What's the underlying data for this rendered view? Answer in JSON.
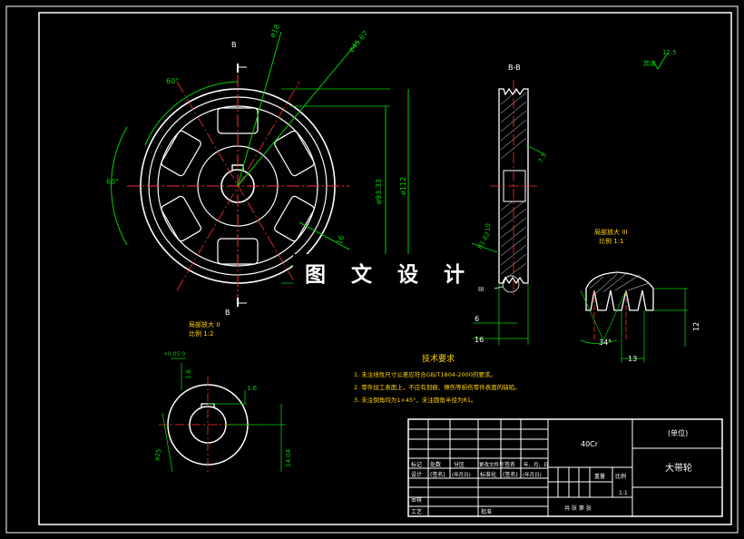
{
  "watermark": "图 文 设 计",
  "main_view": {
    "section_mark_top": "B",
    "section_mark_bottom": "B",
    "dim_phi18": "ø18",
    "dim_phi40_67": "ø45.67",
    "dim_phi93_33": "ø93.33",
    "dim_phi112": "ø112",
    "dim_angle_60_top": "60°",
    "dim_angle_60_left": "60°",
    "dim_16": "16"
  },
  "section_view": {
    "title": "B-B",
    "dim_6": "6",
    "dim_16": "16",
    "dim_r1_62": "R1.62",
    "dim_10": "10",
    "dim_7_5": "7.5",
    "dim_iii": "III"
  },
  "detail_iii": {
    "title": "局部放大 III",
    "scale": "比例 1:1",
    "dim_34": "34°",
    "dim_13": "13",
    "dim_12": "12"
  },
  "detail_ii": {
    "title": "局部放大 II",
    "scale": "比例 1:2",
    "tol_a": "+0.05\n0",
    "dim_1_6a": "1.6",
    "dim_1_6b": "1.6",
    "dim_phi25": "ø25",
    "dim_14_04": "14.04"
  },
  "roughness": {
    "label": "其余",
    "value": "12.5"
  },
  "tech_req": {
    "title": "技术要求",
    "items": [
      "1. 未注线性尺寸公差应符合GB/T1804-2000的要求。",
      "2. 零件加工表面上，不应有划痕、擦伤等损伤零件表面的缺陷。",
      "3. 未注倒角均为1×45°，未注圆角半径为R1。"
    ]
  },
  "title_block": {
    "material": "40Cr",
    "company": "(单位)",
    "part_name": "大带轮",
    "row_labels": [
      "标记",
      "处数",
      "分区",
      "更改文件号",
      "签名",
      "年、月、日"
    ],
    "row2_labels": [
      "设计",
      "(签名)",
      "(年月日)",
      "标准化",
      "(签名)",
      "(年月日)"
    ],
    "review": "审核",
    "process": "工艺",
    "approve": "批准",
    "weight": "重量",
    "scale": "比例",
    "scale_value": "1:1",
    "sheets": "共  张  第  张"
  }
}
